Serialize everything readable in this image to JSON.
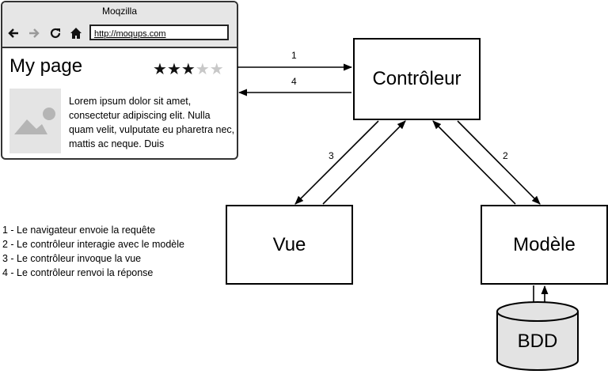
{
  "browser": {
    "title": "Moqzilla",
    "url": "http://moqups.com",
    "page_title": "My page",
    "rating": {
      "value": 3,
      "max": 5
    },
    "body_text": "Lorem ipsum dolor sit amet, consectetur adipiscing elit. Nulla quam velit, vulputate eu pharetra nec, mattis ac neque. Duis"
  },
  "nodes": {
    "controller": "Contrôleur",
    "view": "Vue",
    "model": "Modèle",
    "database": "BDD"
  },
  "edges": [
    {
      "from": "browser",
      "to": "controller",
      "label": "1"
    },
    {
      "from": "controller",
      "to": "browser",
      "label": "4"
    },
    {
      "from": "controller",
      "to": "view",
      "label": "3"
    },
    {
      "from": "view",
      "to": "controller",
      "label": ""
    },
    {
      "from": "controller",
      "to": "model",
      "label": "2"
    },
    {
      "from": "model",
      "to": "controller",
      "label": ""
    },
    {
      "from": "model",
      "to": "database",
      "label": ""
    },
    {
      "from": "database",
      "to": "model",
      "label": ""
    }
  ],
  "legend": [
    "1 - Le navigateur envoie la requête",
    "2 - Le contrôleur interagie avec le modèle",
    "3 - Le contrôleur invoque la vue",
    "4 - Le contrôleur renvoi la réponse"
  ]
}
